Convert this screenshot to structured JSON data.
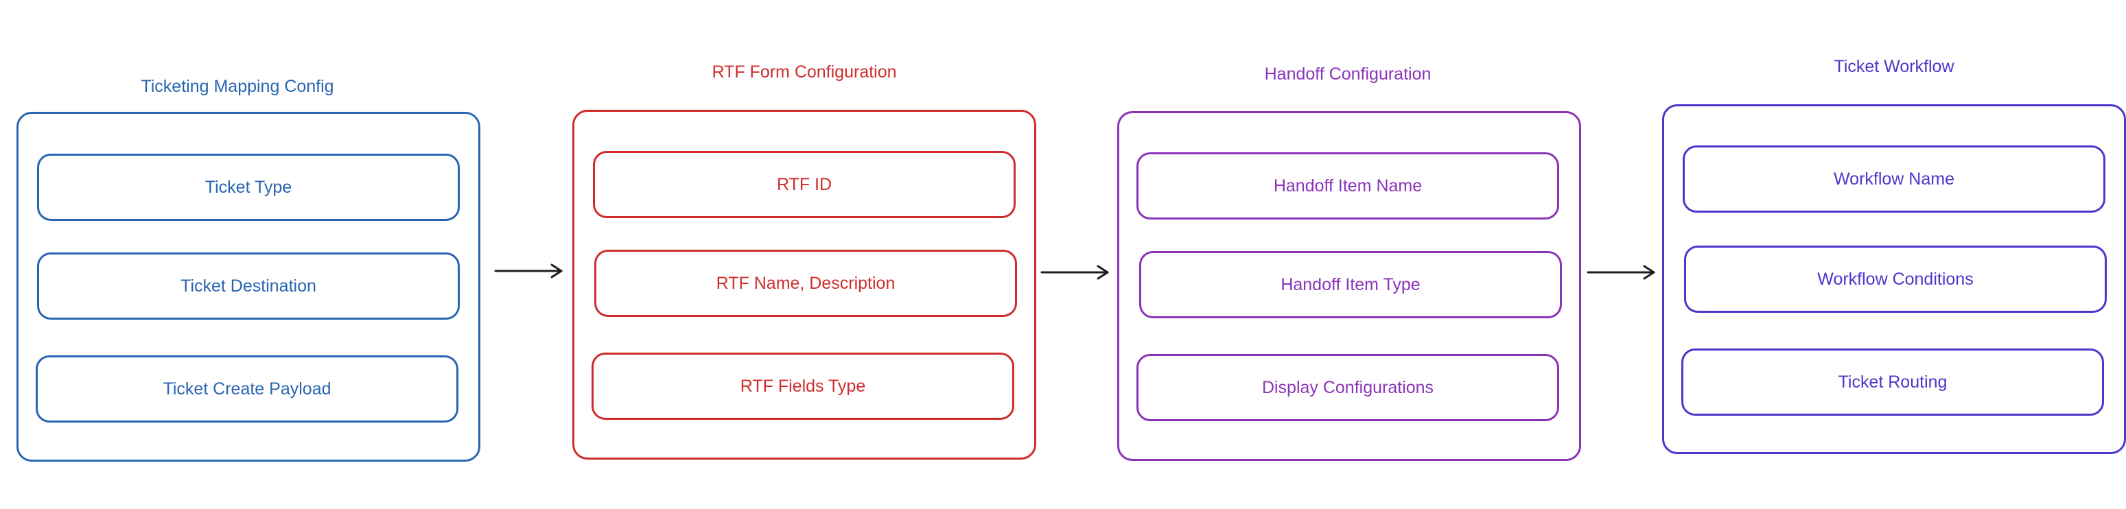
{
  "colors": {
    "blue": "#2a65b2",
    "red": "#cf2d2d",
    "purple": "#8b34b8",
    "indigo": "#4d36cc",
    "arrow": "#1e1e1e"
  },
  "groups": [
    {
      "title": "Ticketing Mapping Config",
      "items": [
        "Ticket Type",
        "Ticket Destination",
        "Ticket Create Payload"
      ]
    },
    {
      "title": "RTF Form Configuration",
      "items": [
        "RTF ID",
        "RTF Name, Description",
        "RTF Fields Type"
      ]
    },
    {
      "title": "Handoff Configuration",
      "items": [
        "Handoff Item Name",
        "Handoff Item Type",
        "Display Configurations"
      ]
    },
    {
      "title": "Ticket Workflow",
      "items": [
        "Workflow Name",
        "Workflow Conditions",
        "Ticket Routing"
      ]
    }
  ]
}
